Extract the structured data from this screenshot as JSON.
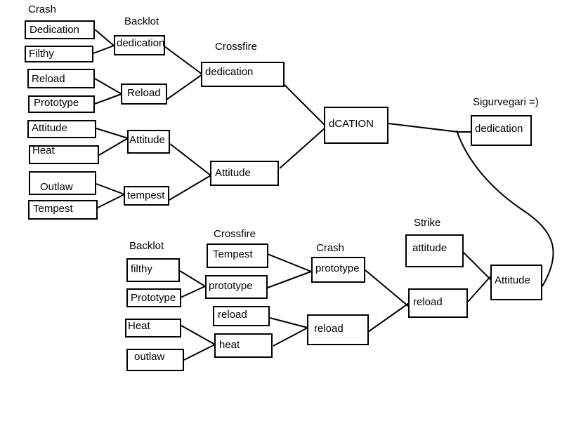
{
  "headings": {
    "crash_top": "Crash",
    "backlot_top": "Backlot",
    "crossfire_top": "Crossfire",
    "sigurvegari": "Sigurvegari =)",
    "crossfire_bottom": "Crossfire",
    "backlot_bottom": "Backlot",
    "crash_bottom": "Crash",
    "strike": "Strike"
  },
  "nodes": {
    "n_dedication_1": "Dedication",
    "n_filthy_1": "Filthy",
    "n_reload_1": "Reload",
    "n_prototype_1": "Prototype",
    "n_attitude_1": "Attitude",
    "n_heat_1": "Heat",
    "n_outlaw_1": "Outlaw",
    "n_tempest_1": "Tempest",
    "n_dedication_2": "dedication",
    "n_reload_2": "Reload",
    "n_attitude_2": "Attitude",
    "n_tempest_2": "tempest",
    "n_dedication_3": "dedication",
    "n_attitude_3": "Attitude",
    "n_dcation": "dCATION",
    "n_winner": "dedication",
    "n_filthy_b": "filthy",
    "n_prototype_b": "Prototype",
    "n_heat_b": "Heat",
    "n_outlaw_b": "outlaw",
    "n_tempest_b": "Tempest",
    "n_prototype_b2": "prototype",
    "n_reload_b": "reload",
    "n_heat_b2": "heat",
    "n_prototype_b3": "prototype",
    "n_reload_b2": "reload",
    "n_attitude_b": "attitude",
    "n_reload_b3": "reload",
    "n_attitude_b2": "Attitude"
  },
  "connections": [
    [
      "n_dedication_1",
      "n_dedication_2"
    ],
    [
      "n_filthy_1",
      "n_dedication_2"
    ],
    [
      "n_reload_1",
      "n_reload_2"
    ],
    [
      "n_prototype_1",
      "n_reload_2"
    ],
    [
      "n_attitude_1",
      "n_attitude_2"
    ],
    [
      "n_heat_1",
      "n_attitude_2"
    ],
    [
      "n_outlaw_1",
      "n_tempest_2"
    ],
    [
      "n_tempest_1",
      "n_tempest_2"
    ],
    [
      "n_dedication_2",
      "n_dedication_3"
    ],
    [
      "n_reload_2",
      "n_dedication_3"
    ],
    [
      "n_attitude_2",
      "n_attitude_3"
    ],
    [
      "n_tempest_2",
      "n_attitude_3"
    ],
    [
      "n_dedication_3",
      "n_dcation"
    ],
    [
      "n_attitude_3",
      "n_dcation"
    ],
    [
      "n_dcation",
      "n_winner"
    ],
    [
      "n_filthy_b",
      "n_prototype_b2"
    ],
    [
      "n_prototype_b",
      "n_prototype_b2"
    ],
    [
      "n_heat_b",
      "n_heat_b2"
    ],
    [
      "n_outlaw_b",
      "n_heat_b2"
    ],
    [
      "n_tempest_b",
      "n_prototype_b3"
    ],
    [
      "n_prototype_b2",
      "n_prototype_b3"
    ],
    [
      "n_reload_b",
      "n_reload_b2"
    ],
    [
      "n_heat_b2",
      "n_reload_b2"
    ],
    [
      "n_prototype_b3",
      "n_reload_b3"
    ],
    [
      "n_reload_b2",
      "n_reload_b3"
    ],
    [
      "n_attitude_b",
      "n_attitude_b2"
    ],
    [
      "n_reload_b3",
      "n_attitude_b2"
    ],
    [
      "n_attitude_b2",
      "n_winner"
    ]
  ]
}
